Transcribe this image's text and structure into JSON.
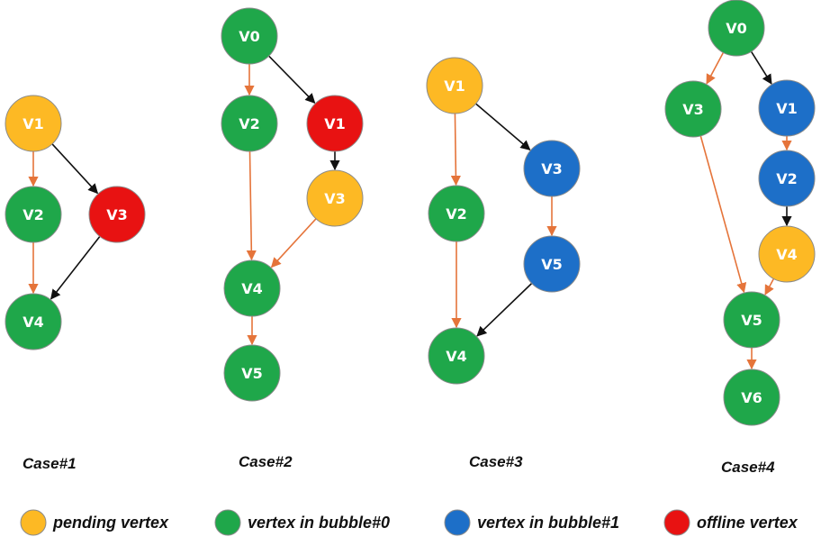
{
  "colors": {
    "pending": "#FDB924",
    "bubble0": "#1FA74A",
    "bubble1": "#1D6FC8",
    "offline": "#E81212",
    "stroke": "#8a8a8a",
    "edge_orange": "#E5743A",
    "edge_black": "#111111"
  },
  "cases": [
    {
      "caption": "Case#1",
      "vertices": [
        {
          "id": "V1",
          "state": "pending"
        },
        {
          "id": "V2",
          "state": "bubble0"
        },
        {
          "id": "V3",
          "state": "offline"
        },
        {
          "id": "V4",
          "state": "bubble0"
        }
      ],
      "edges": [
        {
          "from": "V1",
          "to": "V2",
          "color": "orange"
        },
        {
          "from": "V1",
          "to": "V3",
          "color": "black"
        },
        {
          "from": "V2",
          "to": "V4",
          "color": "orange"
        },
        {
          "from": "V3",
          "to": "V4",
          "color": "black"
        }
      ]
    },
    {
      "caption": "Case#2",
      "vertices": [
        {
          "id": "V0",
          "state": "bubble0"
        },
        {
          "id": "V2",
          "state": "bubble0"
        },
        {
          "id": "V1",
          "state": "offline"
        },
        {
          "id": "V3",
          "state": "pending"
        },
        {
          "id": "V4",
          "state": "bubble0"
        },
        {
          "id": "V5",
          "state": "bubble0"
        }
      ],
      "edges": [
        {
          "from": "V0",
          "to": "V2",
          "color": "orange"
        },
        {
          "from": "V0",
          "to": "V1",
          "color": "black"
        },
        {
          "from": "V1",
          "to": "V3",
          "color": "black"
        },
        {
          "from": "V2",
          "to": "V4",
          "color": "orange"
        },
        {
          "from": "V3",
          "to": "V4",
          "color": "orange"
        },
        {
          "from": "V4",
          "to": "V5",
          "color": "orange"
        }
      ]
    },
    {
      "caption": "Case#3",
      "vertices": [
        {
          "id": "V1",
          "state": "pending"
        },
        {
          "id": "V3",
          "state": "bubble1"
        },
        {
          "id": "V2",
          "state": "bubble0"
        },
        {
          "id": "V5",
          "state": "bubble1"
        },
        {
          "id": "V4",
          "state": "bubble0"
        }
      ],
      "edges": [
        {
          "from": "V1",
          "to": "V2",
          "color": "orange"
        },
        {
          "from": "V1",
          "to": "V3",
          "color": "black"
        },
        {
          "from": "V3",
          "to": "V5",
          "color": "orange"
        },
        {
          "from": "V2",
          "to": "V4",
          "color": "orange"
        },
        {
          "from": "V5",
          "to": "V4",
          "color": "black"
        }
      ]
    },
    {
      "caption": "Case#4",
      "vertices": [
        {
          "id": "V0",
          "state": "bubble0"
        },
        {
          "id": "V3",
          "state": "bubble0"
        },
        {
          "id": "V1",
          "state": "bubble1"
        },
        {
          "id": "V2",
          "state": "bubble1"
        },
        {
          "id": "V4",
          "state": "pending"
        },
        {
          "id": "V5",
          "state": "bubble0"
        },
        {
          "id": "V6",
          "state": "bubble0"
        }
      ],
      "edges": [
        {
          "from": "V0",
          "to": "V3",
          "color": "orange"
        },
        {
          "from": "V0",
          "to": "V1",
          "color": "black"
        },
        {
          "from": "V1",
          "to": "V2",
          "color": "orange"
        },
        {
          "from": "V2",
          "to": "V4",
          "color": "black"
        },
        {
          "from": "V3",
          "to": "V5",
          "color": "orange"
        },
        {
          "from": "V4",
          "to": "V5",
          "color": "orange"
        },
        {
          "from": "V5",
          "to": "V6",
          "color": "orange"
        }
      ]
    }
  ],
  "legend": [
    {
      "state": "pending",
      "label": "pending vertex"
    },
    {
      "state": "bubble0",
      "label": "vertex in bubble#0"
    },
    {
      "state": "bubble1",
      "label": "vertex in bubble#1"
    },
    {
      "state": "offline",
      "label": "offline vertex"
    }
  ]
}
